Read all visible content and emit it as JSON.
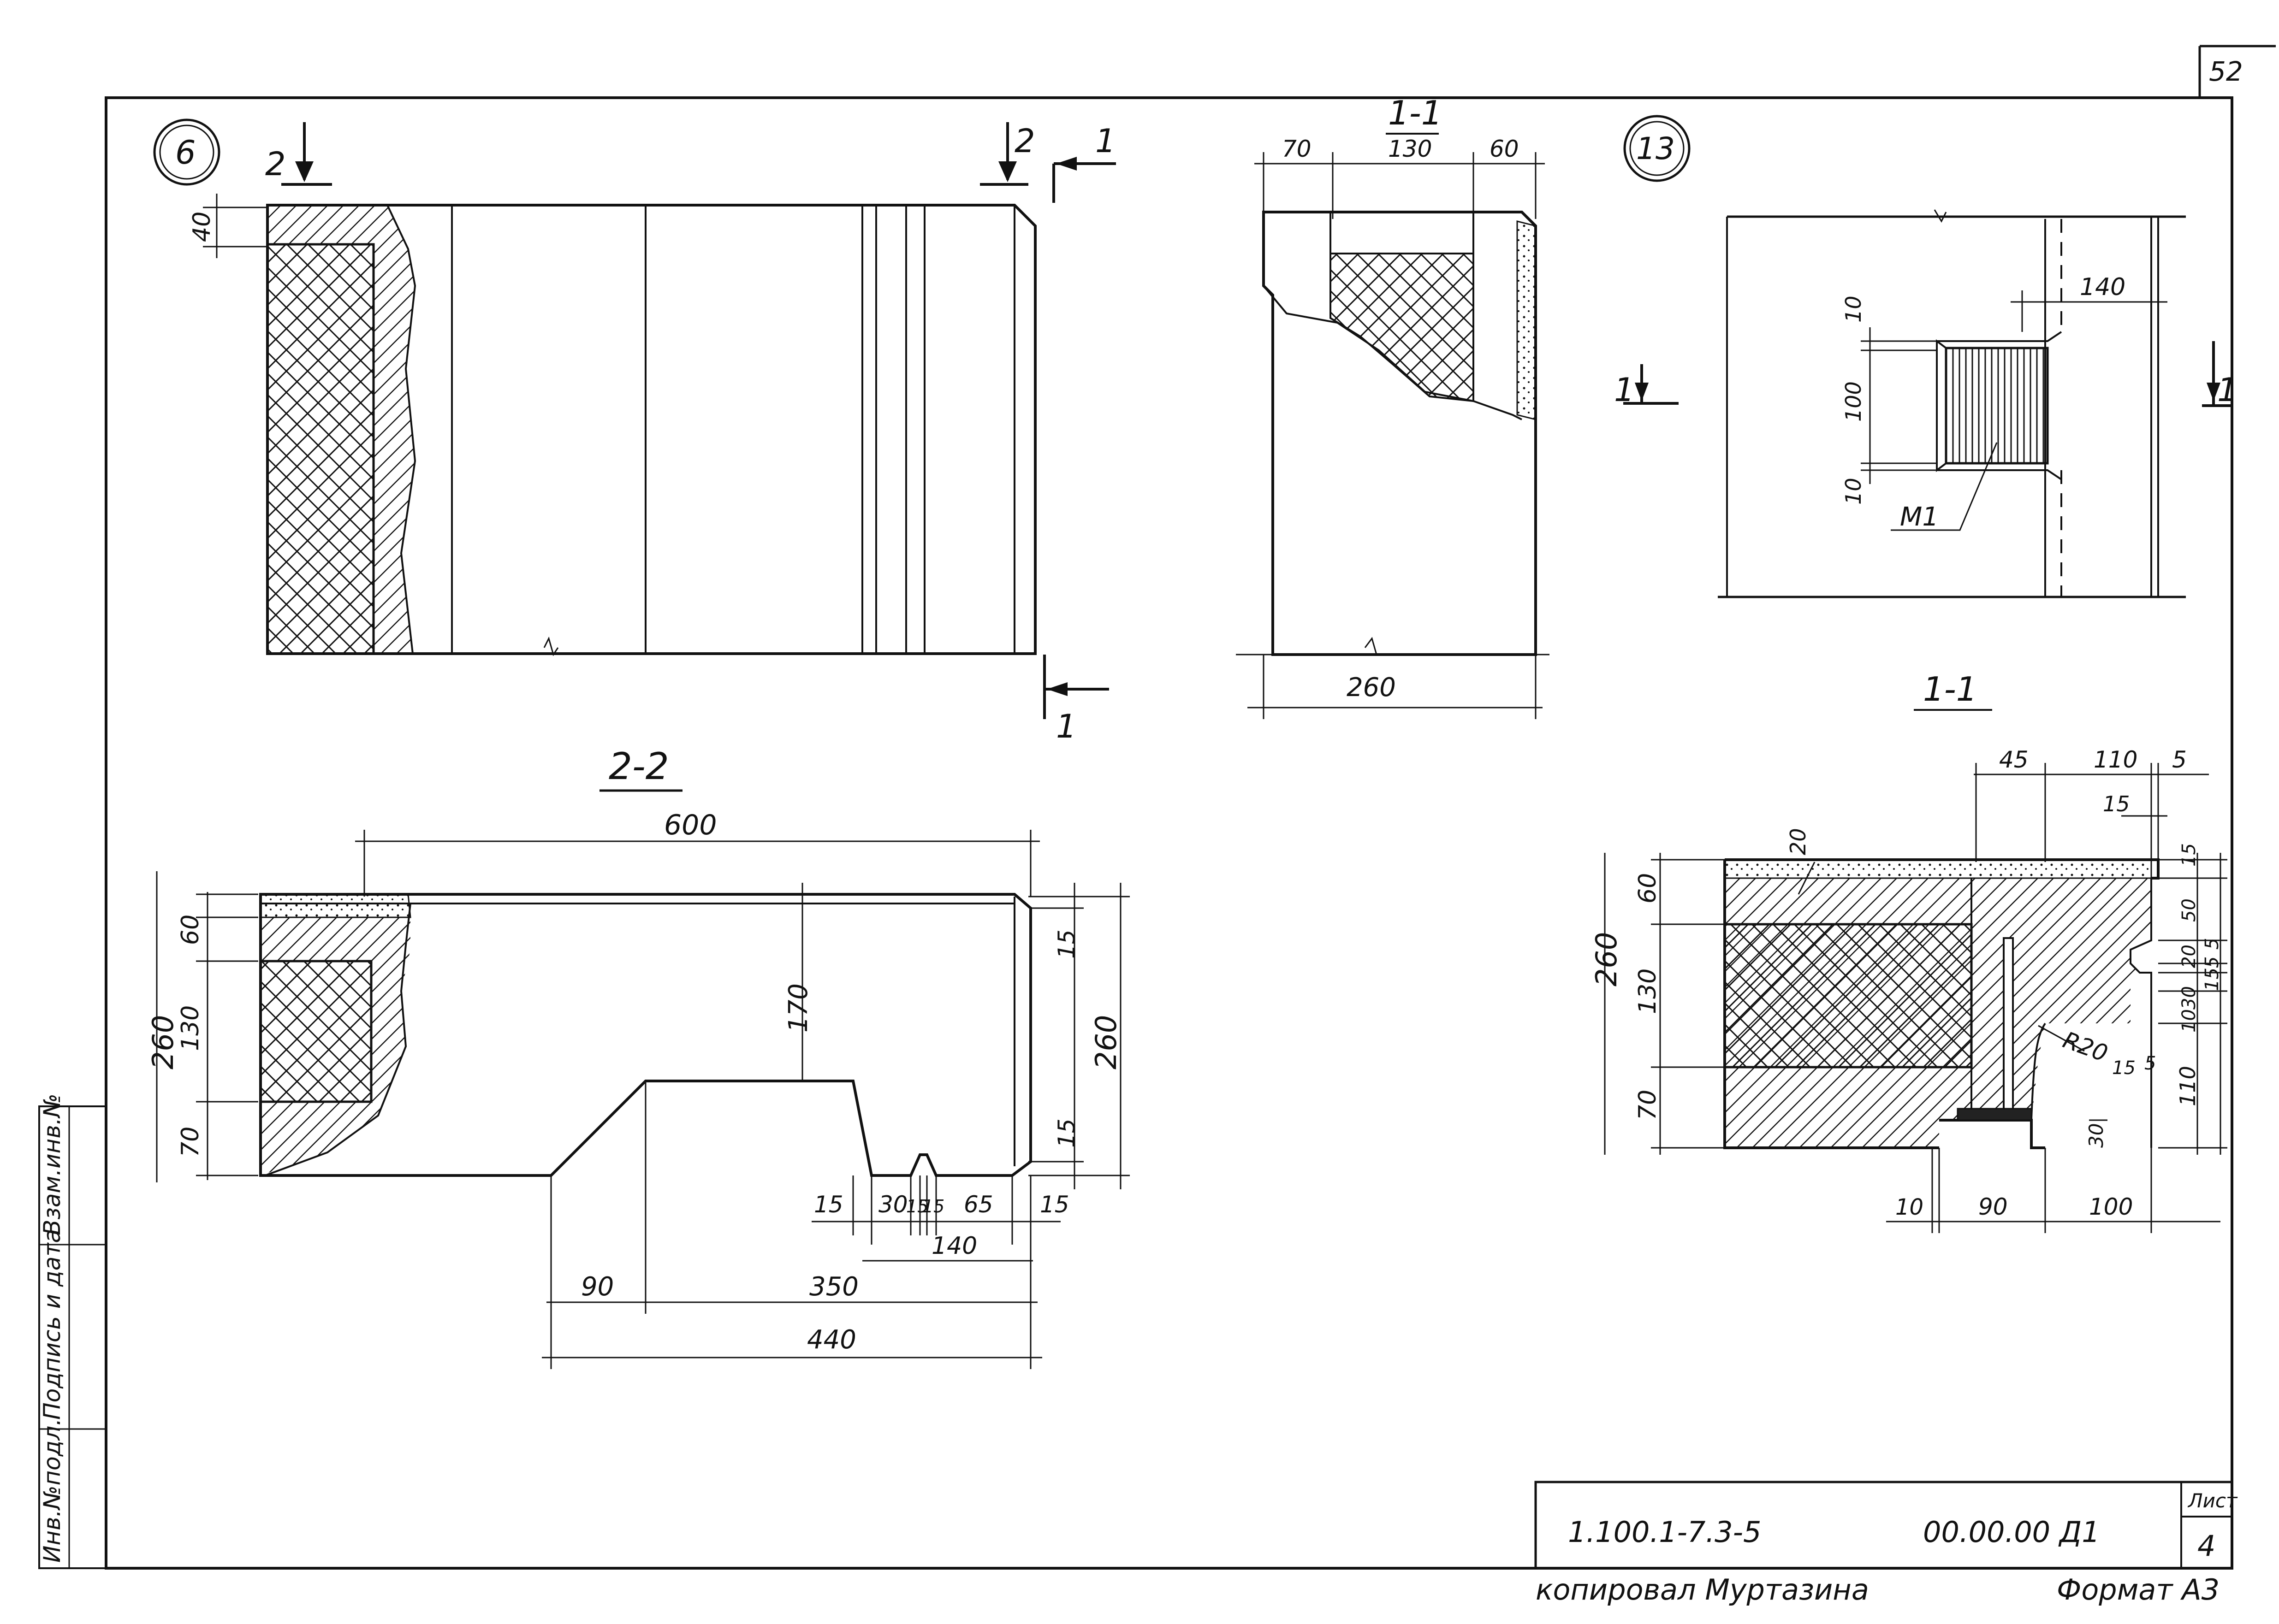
{
  "sheet": {
    "page_number": "52",
    "code": "1.100.1-7.3-5",
    "doc_number": "00.00.00 Д1",
    "sheet_label": "Лист",
    "sheet_number": "4",
    "copied_by": "копировал Муртазина",
    "format": "Формат А3",
    "side_stamp": [
      "Инв.№подл.",
      "Подпись и дата",
      "Взам.инв.№"
    ]
  },
  "views": {
    "node_6": {
      "badge": "6",
      "section_mark_left": "2",
      "section_mark_right_a": "2",
      "section_mark_right_b": "1",
      "section_mark_bottom": "1",
      "dim_top": "40"
    },
    "section_1_1_top": {
      "title": "1-1",
      "dims_top": [
        "70",
        "130",
        "60"
      ],
      "dim_bottom": "260"
    },
    "node_13": {
      "badge": "13",
      "mark_left": "1",
      "mark_right": "1",
      "dims": [
        "10",
        "100",
        "10"
      ],
      "dim_width": "140",
      "label": "М1"
    },
    "section_2_2": {
      "title": "2-2",
      "dim_top": "600",
      "dims_left": [
        "60",
        "130",
        "70"
      ],
      "dim_left_total": "260",
      "dim_inner": "170",
      "dims_right": [
        "15",
        "260",
        "15"
      ],
      "dims_bottom_row1": [
        "15",
        "30",
        "15",
        "15",
        "65",
        "15"
      ],
      "dim_140": "140",
      "dims_bottom_row2": [
        "90",
        "350"
      ],
      "dim_total": "440"
    },
    "section_1_1_right": {
      "title": "1-1",
      "dims_top": [
        "45",
        "110",
        "5"
      ],
      "dim_15_top": "15",
      "dim_20": "20",
      "dims_left": [
        "60",
        "130",
        "70"
      ],
      "dim_left_total": "260",
      "dims_right": [
        "15",
        "50",
        "20",
        "30",
        "10",
        "110",
        "5",
        "5",
        "15"
      ],
      "radius_label": "R20",
      "dim_15_inner": "15",
      "dim_5_inner": "5",
      "dim_30": "30",
      "dims_bottom": [
        "10",
        "90",
        "100"
      ]
    }
  }
}
